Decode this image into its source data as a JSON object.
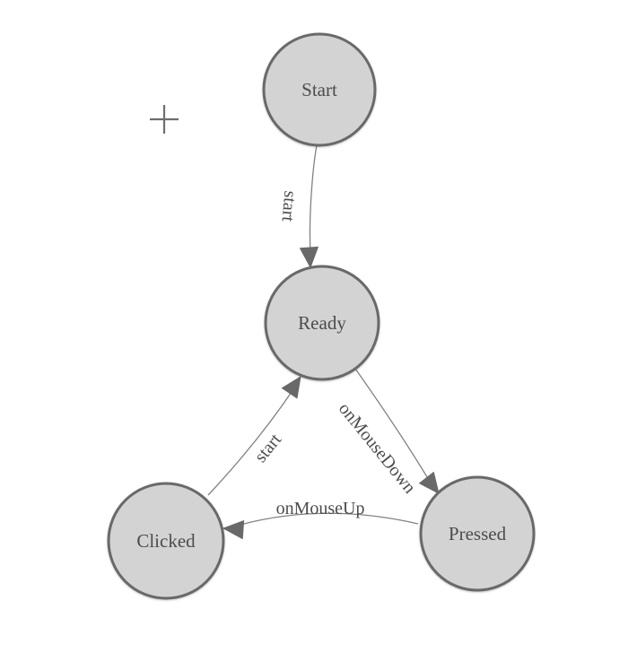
{
  "diagram": {
    "type": "finite-state-machine",
    "canvas": {
      "crosshair_marker": "+"
    },
    "colors": {
      "background": "#ffffff",
      "node_fill": "#d3d3d3",
      "node_border": "#696969",
      "edge_line": "#828282",
      "arrowhead": "#696969",
      "label_text": "#4c4c4c"
    },
    "nodes": [
      {
        "id": "start",
        "label": "Start"
      },
      {
        "id": "ready",
        "label": "Ready"
      },
      {
        "id": "clicked",
        "label": "Clicked"
      },
      {
        "id": "pressed",
        "label": "Pressed"
      }
    ],
    "edges": [
      {
        "from": "Start",
        "to": "Ready",
        "label": "start"
      },
      {
        "from": "Ready",
        "to": "Pressed",
        "label": "onMouseDown"
      },
      {
        "from": "Pressed",
        "to": "Clicked",
        "label": "onMouseUp"
      },
      {
        "from": "Clicked",
        "to": "Ready",
        "label": "start"
      }
    ]
  }
}
